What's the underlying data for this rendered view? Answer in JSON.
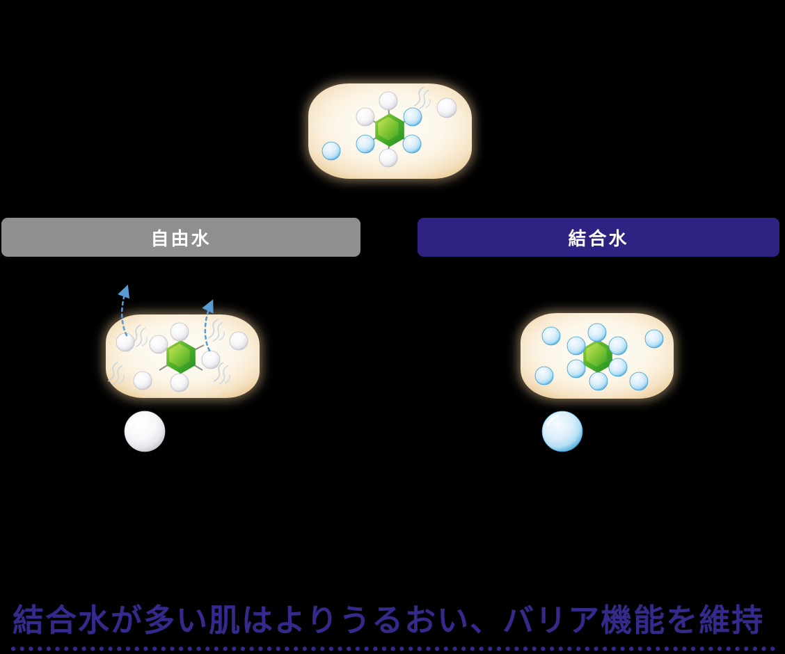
{
  "page": {
    "background_color": "#000000",
    "subject": "skin moisture diagram comparing free water and bound water"
  },
  "banners": {
    "free": {
      "label": "自由水",
      "bg_color": "#8f8f8f",
      "text_color": "#ffffff"
    },
    "bound": {
      "label": "結合水",
      "bg_color": "#2e2383",
      "text_color": "#ffffff"
    }
  },
  "headline": {
    "text": "結合水が多い肌はよりうるおい、バリア機能を維持",
    "color": "#332a8c"
  },
  "divider": {
    "style": "dotted",
    "color": "#332a8c"
  },
  "icons": {
    "skin_cell": "cream rounded blob",
    "molecule_hexagon_color": "#54b32c",
    "free_water_sphere_color": "#e4e4ea",
    "bound_water_sphere_color": "#4fadde",
    "evaporation_arrow_color": "#5b9bd5",
    "steam_squiggle_color": "#c3d3e3"
  }
}
